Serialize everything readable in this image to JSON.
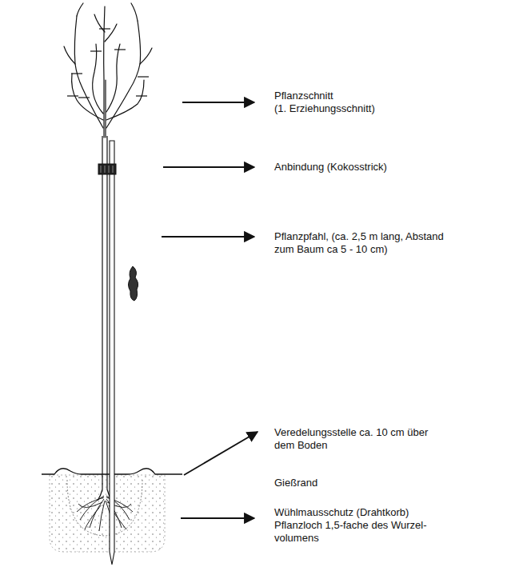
{
  "diagram": {
    "labels": [
      "Pflanzschnitt",
      "(1. Erziehungsschnitt)",
      "Anbindung (Kokosstrick)",
      "Pflanzpfahl, (ca. 2,5 m lang, Abstand zum Baum ca 5 - 10 cm)",
      "Veredelungsstelle ca. 10 cm über dem Boden",
      "Gießrand",
      "Wühlmausschutz (Drahtkorb)",
      "Pflanzloch 1,5-fache des Wurzel- volumens"
    ]
  }
}
